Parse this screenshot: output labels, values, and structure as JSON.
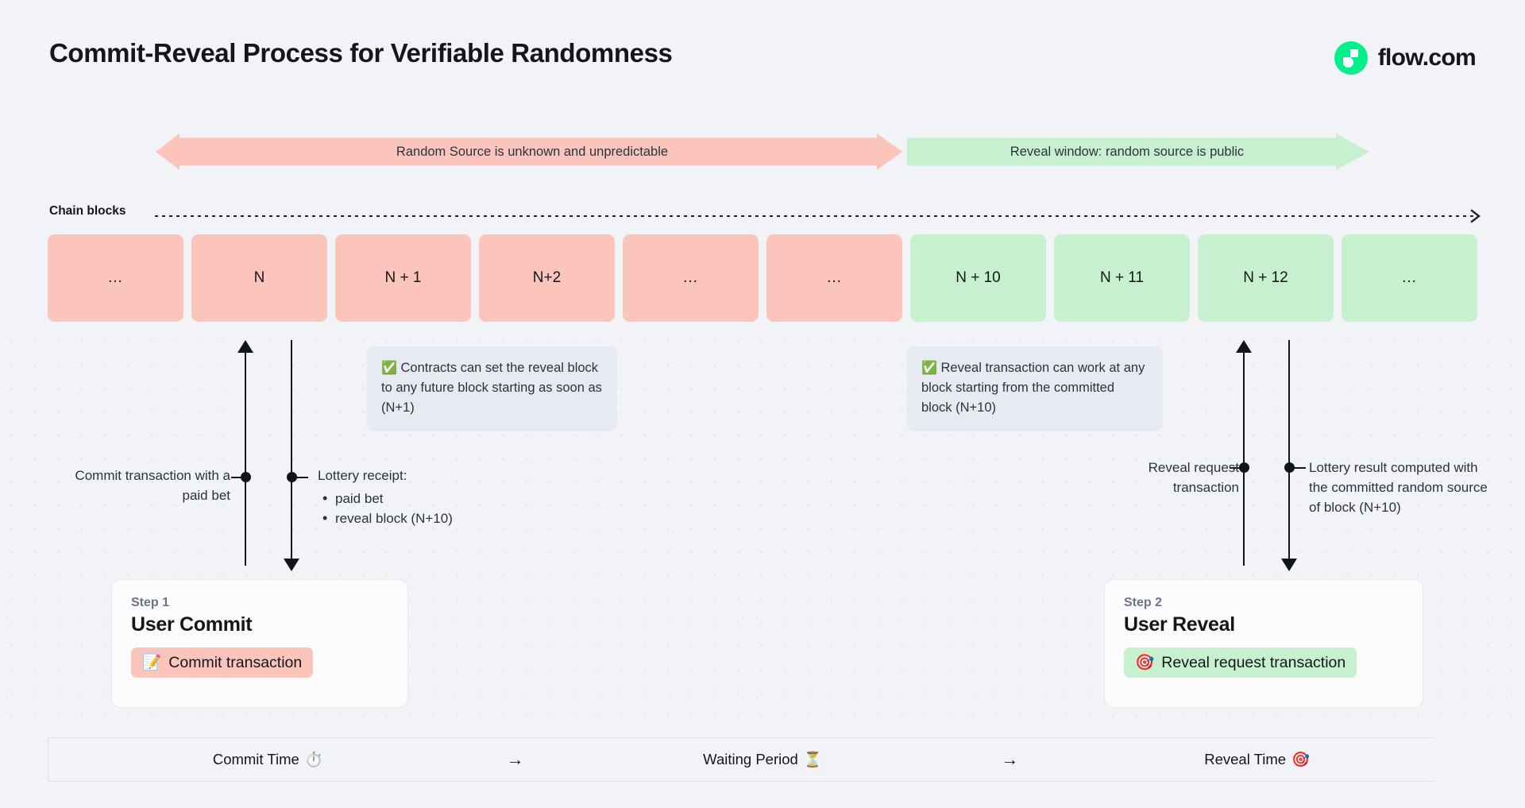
{
  "header": {
    "title": "Commit-Reveal Process for Verifiable Randomness",
    "logo_text": "flow.com",
    "logo_icon": "flow-logo-icon",
    "brand_color": "#00ef8b"
  },
  "banners": {
    "unknown": "Random Source is unknown and unpredictable",
    "reveal": "Reveal window: random source is public",
    "unknown_color": "#fbc5bc",
    "reveal_color": "#c7f0cf"
  },
  "chain": {
    "label": "Chain blocks",
    "arrow_icon": "chevron-right-icon",
    "blocks": [
      {
        "label": "...",
        "state": "pink"
      },
      {
        "label": "N",
        "state": "pink"
      },
      {
        "label": "N + 1",
        "state": "pink"
      },
      {
        "label": "N+2",
        "state": "pink"
      },
      {
        "label": "...",
        "state": "pink"
      },
      {
        "label": "...",
        "state": "pink"
      },
      {
        "label": "N + 10",
        "state": "green"
      },
      {
        "label": "N + 11",
        "state": "green"
      },
      {
        "label": "N + 12",
        "state": "green"
      },
      {
        "label": "...",
        "state": "green"
      }
    ]
  },
  "notes": {
    "contracts": {
      "icon": "check-mark-button-emoji",
      "emoji": "✅",
      "text": "Contracts can set the reveal block to any future block starting as soon as (N+1)"
    },
    "reveal": {
      "icon": "check-mark-button-emoji",
      "emoji": "✅",
      "text": "Reveal transaction can work at any block starting from the committed block (N+10)"
    }
  },
  "annotations": {
    "commit": "Commit transaction with a paid bet",
    "receipt_title": "Lottery receipt:",
    "receipt_items": [
      "paid bet",
      "reveal block (N+10)"
    ],
    "reveal_request": "Reveal request transaction",
    "lottery_result": "Lottery result computed with the committed random source of block (N+10)"
  },
  "steps": [
    {
      "kicker": "Step 1",
      "heading": "User Commit",
      "chip_emoji": "📝",
      "chip_icon": "memo-emoji",
      "chip_label": "Commit transaction",
      "chip_color": "#fbc5bc"
    },
    {
      "kicker": "Step 2",
      "heading": "User Reveal",
      "chip_emoji": "🎯",
      "chip_icon": "direct-hit-emoji",
      "chip_label": "Reveal request transaction",
      "chip_color": "#c7f0cf"
    }
  ],
  "timeline": {
    "segments": [
      {
        "label": "Commit Time",
        "emoji": "⏱️",
        "icon": "stopwatch-emoji"
      },
      {
        "label": "Waiting Period",
        "emoji": "⏳",
        "icon": "hourglass-emoji"
      },
      {
        "label": "Reveal Time",
        "emoji": "🎯",
        "icon": "direct-hit-emoji"
      }
    ],
    "separator": "→"
  }
}
